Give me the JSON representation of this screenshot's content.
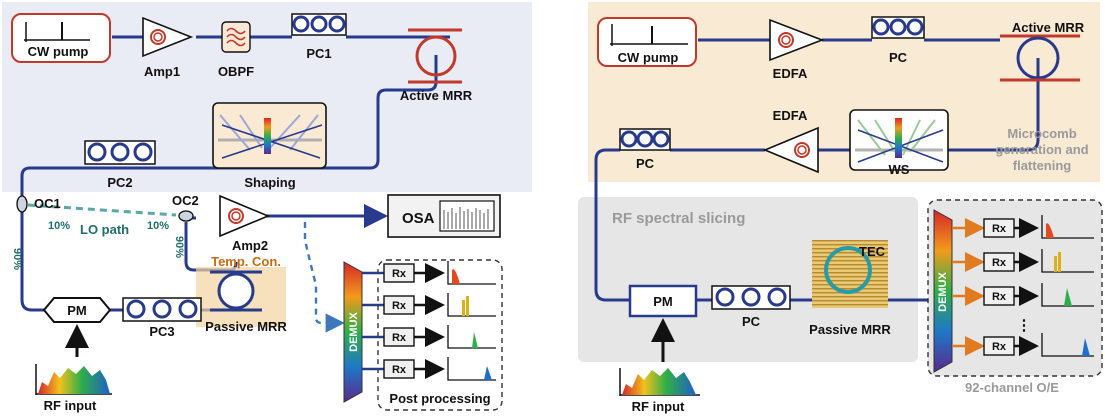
{
  "left": {
    "cw_pump": "CW pump",
    "amp1": "Amp1",
    "obpf": "OBPF",
    "pc1": "PC1",
    "active_mrr": "Active MRR",
    "pc2": "PC2",
    "shaping": "Shaping",
    "oc1": "OC1",
    "oc2": "OC2",
    "oc1_10": "10%",
    "oc1_90": "90%",
    "oc2_10": "10%",
    "oc2_90": "90%",
    "lo_path": "LO path",
    "amp2": "Amp2",
    "osa": "OSA",
    "temp_con": "Temp. Con.",
    "pm": "PM",
    "pc3": "PC3",
    "passive_mrr": "Passive MRR",
    "demux": "DEMUX",
    "rx": [
      "Rx",
      "Rx",
      "Rx",
      "Rx"
    ],
    "post_processing": "Post processing",
    "rf_input": "RF input"
  },
  "right": {
    "cw_pump": "CW pump",
    "edfa_top": "EDFA",
    "pc_top": "PC",
    "active_mrr": "Active MRR",
    "pc_mid": "PC",
    "edfa_mid": "EDFA",
    "ws": "WS",
    "microcomb_lines": [
      "Microcomb",
      "generation and",
      "flattening"
    ],
    "rf_spectral_slicing": "RF spectral slicing",
    "tec": "TEC",
    "pm": "PM",
    "pc_bottom": "PC",
    "passive_mrr": "Passive MRR",
    "demux": "DEMUX",
    "rx": [
      "Rx",
      "Rx",
      "Rx",
      "Rx"
    ],
    "dots": "⋮",
    "channel_oe": "92-channel O/E",
    "rf_input": "RF input"
  },
  "colors": {
    "fiber": "#283a8c",
    "lo_dash": "#5aa7a7",
    "top_bg_left": "#e9ebf5",
    "top_bg_right": "#f8ead3",
    "bottom_bg_right": "#e6e6e6",
    "pump_red": "#c0392b",
    "rx_arrow": "#e07b20"
  }
}
